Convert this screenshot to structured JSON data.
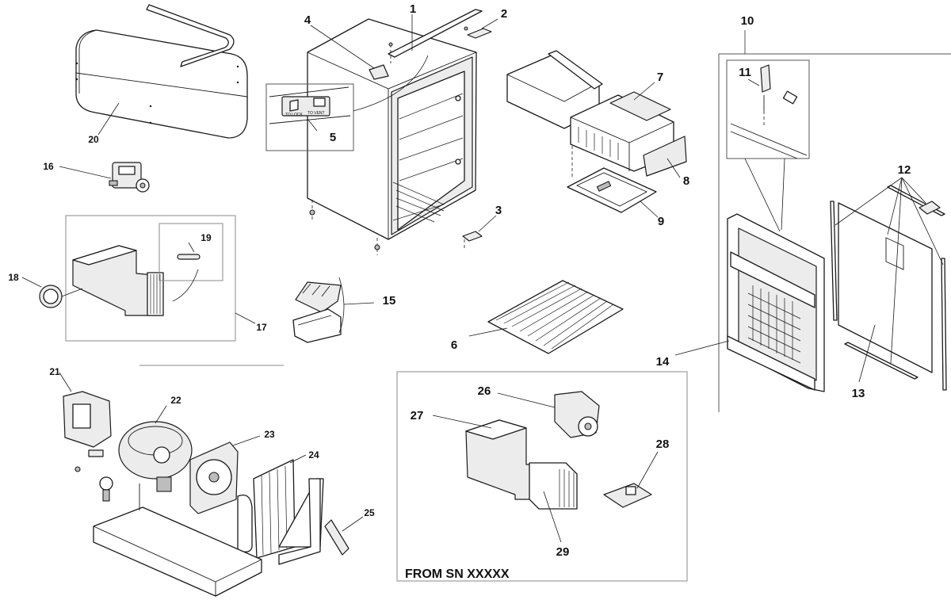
{
  "callouts": {
    "c1": "1",
    "c2": "2",
    "c3": "3",
    "c4": "4",
    "c5": "5",
    "c6": "6",
    "c7": "7",
    "c8": "8",
    "c9": "9",
    "c10": "10",
    "c11": "11",
    "c12": "12",
    "c13": "13",
    "c14": "14",
    "c15": "15",
    "c16": "16",
    "c17": "17",
    "c18": "18",
    "c19": "19",
    "c20": "20",
    "c21": "21",
    "c22": "22",
    "c23": "23",
    "c24": "24",
    "c25": "25",
    "c26": "26",
    "c27": "27",
    "c28": "28",
    "c29": "29"
  },
  "inset_note": "FROM SN XXXXX",
  "label_plate": {
    "left": "TO LOCK",
    "right": "TO VENT"
  }
}
